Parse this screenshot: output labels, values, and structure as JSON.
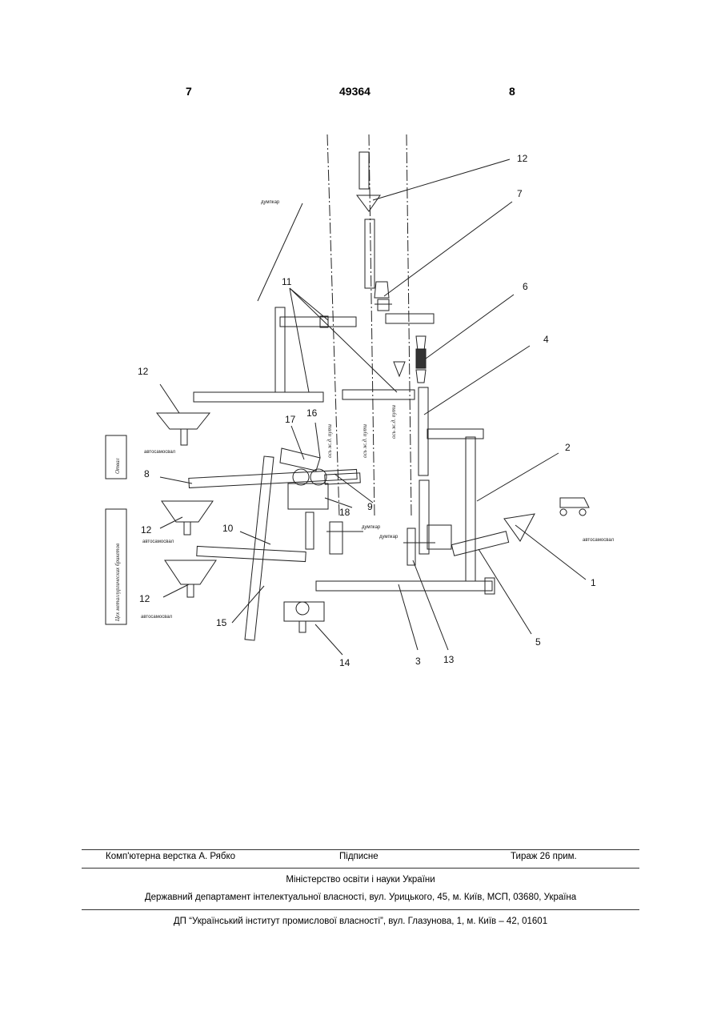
{
  "header": {
    "page_left": "7",
    "patent_number": "49364",
    "page_right": "8"
  },
  "figure": {
    "reference_numbers": [
      "1",
      "2",
      "3",
      "4",
      "5",
      "6",
      "7",
      "8",
      "9",
      "10",
      "11",
      "12",
      "13",
      "14",
      "15",
      "16",
      "17",
      "18"
    ],
    "labels": {
      "dumpcar": "думпкар",
      "dump_truck": "автосамосвал",
      "waste": "Отвал",
      "workshop": "Цех металлургических брикетов",
      "rail_track": "ось ж.д. пути"
    }
  },
  "footer": {
    "layout": "Комп'ютерна верстка А. Рябко",
    "signed": "Підписне",
    "circulation": "Тираж 26 прим.",
    "ministry": "Міністерство освіти і науки України",
    "department": "Державний департамент інтелектуальної власності, вул. Урицького, 45, м. Київ, МСП, 03680, Україна",
    "institute": "ДП “Український інститут промислової власності”, вул. Глазунова, 1, м. Київ – 42, 01601"
  }
}
